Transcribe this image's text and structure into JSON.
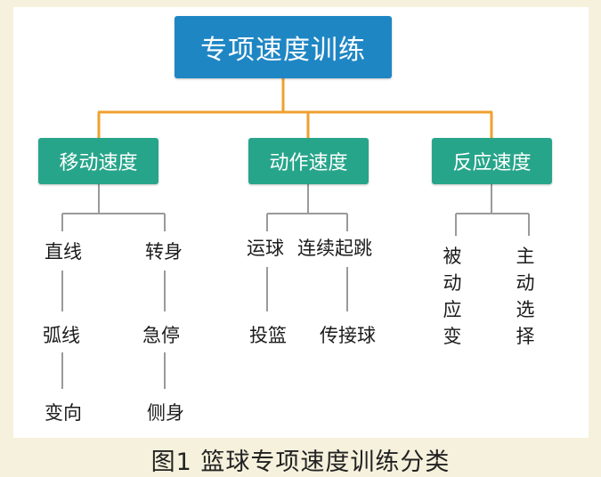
{
  "diagram": {
    "root": "专项速度训练",
    "categories": [
      {
        "label": "移动速度",
        "leaves": [
          "直线",
          "弧线",
          "变向",
          "转身",
          "急停",
          "侧身"
        ]
      },
      {
        "label": "动作速度",
        "leaves": [
          "运球",
          "投篮",
          "连续起跳",
          "传接球"
        ]
      },
      {
        "label": "反应速度",
        "leaves": [
          "被动应变",
          "主动选择"
        ]
      }
    ]
  },
  "caption": "图1  篮球专项速度训练分类",
  "colors": {
    "root_box": "#1f86c4",
    "category_box": "#27a58a",
    "top_connector": "#f0a030",
    "leaf_connector": "#9a9a9a",
    "frame_background": "#f6f1dc"
  }
}
